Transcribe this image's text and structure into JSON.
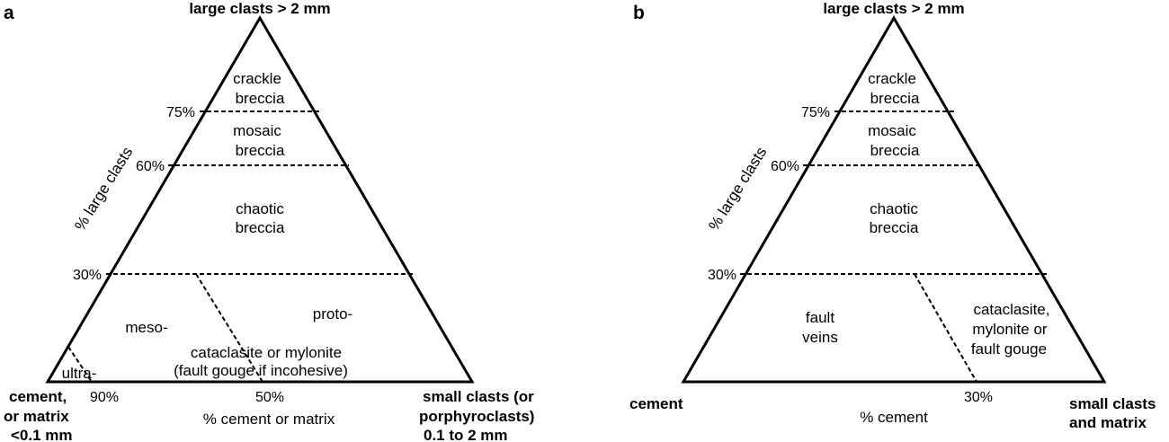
{
  "colors": {
    "line": "#000000",
    "text": "#000000",
    "background": "#ffffff"
  },
  "panel_a": {
    "letter": "a",
    "top_apex": "large clasts > 2 mm",
    "left_apex": [
      "cement,",
      "or matrix",
      "<0.1 mm"
    ],
    "right_apex": [
      "small clasts (or",
      "porphyroclasts)",
      "0.1 to 2 mm"
    ],
    "left_axis_title": "% large clasts",
    "bottom_axis_title": "% cement or matrix",
    "ticks_left": [
      "75%",
      "60%",
      "30%"
    ],
    "ticks_bottom": [
      "90%",
      "50%"
    ],
    "regions": {
      "crackle": [
        "crackle",
        "breccia"
      ],
      "mosaic": [
        "mosaic",
        "breccia"
      ],
      "chaotic": [
        "chaotic",
        "breccia"
      ],
      "meso": "meso-",
      "proto": "proto-",
      "ultra": "ultra-",
      "cataclasite": [
        "cataclasite or mylonite",
        "(fault gouge if incohesive)"
      ]
    }
  },
  "panel_b": {
    "letter": "b",
    "top_apex": "large clasts > 2 mm",
    "left_apex": [
      "cement"
    ],
    "right_apex": [
      "small clasts",
      "and matrix"
    ],
    "left_axis_title": "% large clasts",
    "bottom_axis_title": "% cement",
    "ticks_left": [
      "75%",
      "60%",
      "30%"
    ],
    "ticks_bottom": [
      "30%"
    ],
    "regions": {
      "crackle": [
        "crackle",
        "breccia"
      ],
      "mosaic": [
        "mosaic",
        "breccia"
      ],
      "chaotic": [
        "chaotic",
        "breccia"
      ],
      "fault_veins": [
        "fault",
        "veins"
      ],
      "cataclasite": [
        "cataclasite,",
        "mylonite or",
        "fault gouge"
      ]
    }
  }
}
